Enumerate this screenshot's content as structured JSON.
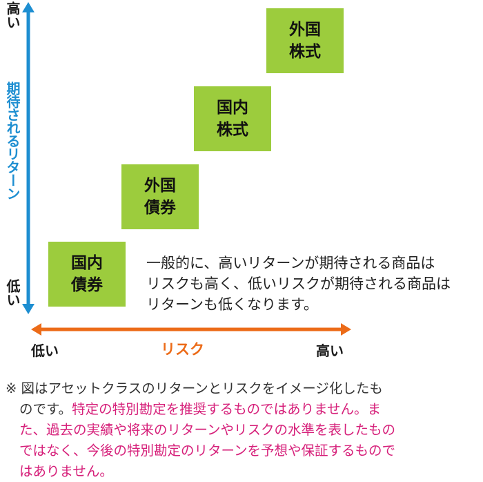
{
  "colors": {
    "box_fill": "#9ccc3d",
    "vertical_axis": "#1d8ed1",
    "horizontal_axis": "#ec6b18",
    "note_highlight": "#d6207a"
  },
  "vertical_axis": {
    "high_label": "高い",
    "title": "期待されるリターン",
    "low_label": "低い"
  },
  "horizontal_axis": {
    "low_label": "低い",
    "title": "リスク",
    "high_label": "高い"
  },
  "assets": [
    {
      "line1": "国内",
      "line2": "債券"
    },
    {
      "line1": "外国",
      "line2": "債券"
    },
    {
      "line1": "国内",
      "line2": "株式"
    },
    {
      "line1": "外国",
      "line2": "株式"
    }
  ],
  "explanation": {
    "line1": "一般的に、高いリターンが期待される商品は",
    "line2": "リスクも高く、低いリスクが期待される商品は",
    "line3": "リターンも低くなります。"
  },
  "note": {
    "line1": "※ 図はアセットクラスのリターンとリスクをイメージ化したも",
    "line2_plain": "のです。",
    "line2_highlight": "特定の特別勘定を推奨するものではありません。ま",
    "line3": "た、過去の実績や将来のリターンやリスクの水準を表したもの",
    "line4": "ではなく、今後の特別勘定のリターンを予想や保証するもので",
    "line5": "はありません。"
  }
}
